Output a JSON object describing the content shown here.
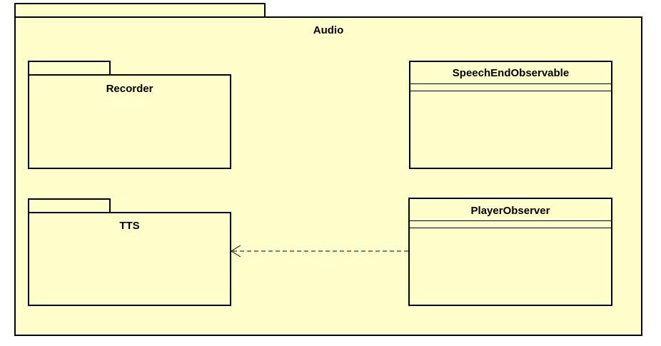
{
  "diagram": {
    "outer_package": {
      "name": "Audio"
    },
    "packages": [
      {
        "name": "Recorder"
      },
      {
        "name": "TTS"
      }
    ],
    "classes": [
      {
        "name": "SpeechEndObservable"
      },
      {
        "name": "PlayerObserver"
      }
    ],
    "relations": [
      {
        "type": "dependency",
        "from": "PlayerObserver",
        "to": "TTS",
        "style": "dashed",
        "arrow": "open"
      }
    ],
    "colors": {
      "fill": "#ffffcc",
      "stroke": "#000000"
    }
  }
}
